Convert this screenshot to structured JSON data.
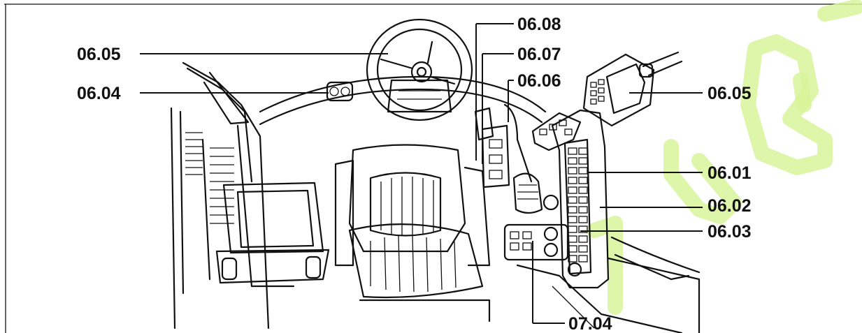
{
  "callouts": {
    "steering_column": "06.05",
    "overhead_switch": "06.04",
    "panel_top": "06.08",
    "panel_mid": "06.07",
    "panel_low": "06.06",
    "monitor": "06.05",
    "console_a": "06.01",
    "console_b": "06.02",
    "console_c": "06.03",
    "lower_controls": "07.04"
  },
  "watermark": {
    "color": "#d8f59a"
  }
}
